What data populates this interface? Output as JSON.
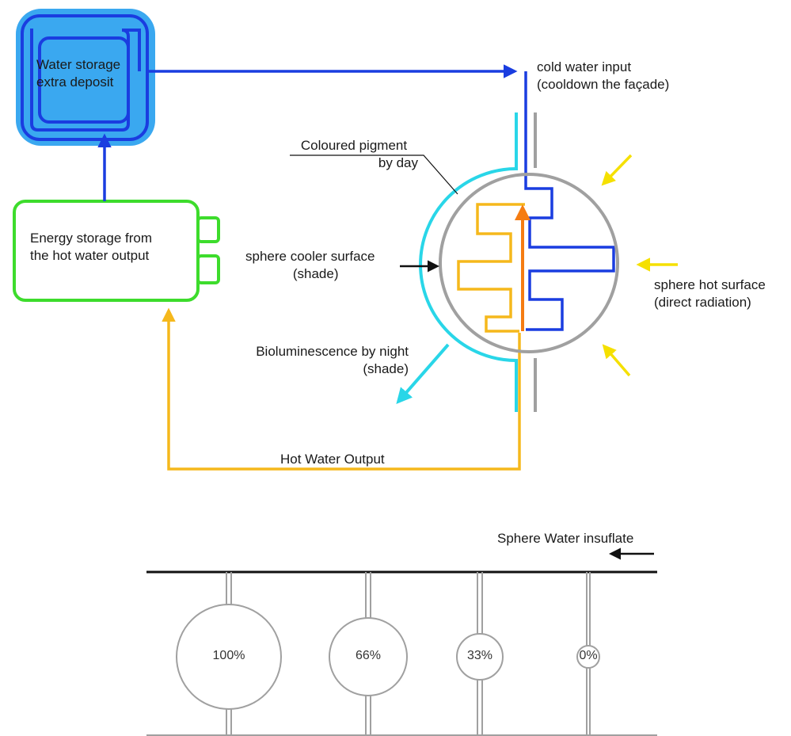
{
  "labels": {
    "water_storage_line1": "Water storage",
    "water_storage_line2": "extra deposit",
    "energy_storage_line1": "Energy storage from",
    "energy_storage_line2": "the hot water output",
    "cold_water_line1": "cold water input",
    "cold_water_line2": "(cooldown the façade)",
    "pigment_line1": "Coloured pigment",
    "pigment_line2": "by day",
    "cooler_line1": "sphere cooler surface",
    "cooler_line2": "(shade)",
    "hot_surface_line1": "sphere hot surface",
    "hot_surface_line2": "(direct radiation)",
    "biolum_line1": "Bioluminescence by night",
    "biolum_line2": "(shade)",
    "hot_water_output": "Hot Water Output",
    "sphere_water_insuflate": "Sphere Water insuflate"
  },
  "inflation_levels": [
    "100%",
    "66%",
    "33%",
    "0%"
  ],
  "colors": {
    "cold_water": "#1a3de0",
    "hot_water": "#f5b81c",
    "storage_box": "#3aa8f0",
    "energy_box": "#3ddc2c",
    "cyan": "#29d6e8",
    "yellow_arrows": "#f5e000",
    "orange_arrow": "#f57c12",
    "grey": "#a0a0a0"
  }
}
